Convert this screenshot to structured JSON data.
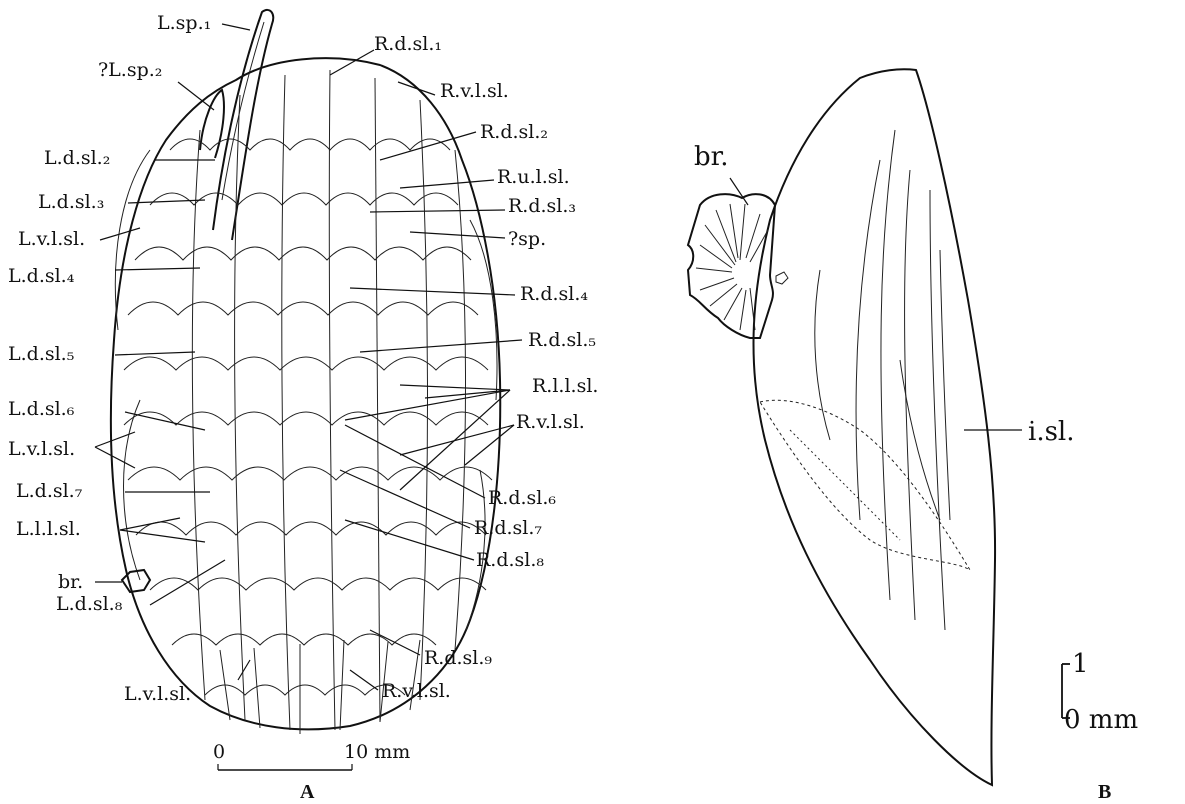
{
  "panel_a": {
    "panel_label": "A",
    "labels": {
      "l_sp_1": "L.sp.₁",
      "l_sp_2": "?L.sp.₂",
      "l_dsl_2": "L.d.sl.₂",
      "l_dsl_3": "L.d.sl.₃",
      "l_vlsl_upper": "L.v.l.sl.",
      "l_dsl_4": "L.d.sl.₄",
      "l_dsl_5": "L.d.sl.₅",
      "l_dsl_6": "L.d.sl.₆",
      "l_vlsl_mid": "L.v.l.sl.",
      "l_dsl_7": "L.d.sl.₇",
      "l_llsl": "L.l.l.sl.",
      "br": "br.",
      "l_dsl_8": "L.d.sl.₈",
      "l_vlsl_bottom": "L.v.l.sl.",
      "r_dsl_1": "R.d.sl.₁",
      "r_vlsl_top": "R.v.l.sl.",
      "r_dsl_2": "R.d.sl.₂",
      "r_ulsl": "R.u.l.sl.",
      "r_dsl_3": "R.d.sl.₃",
      "q_sp": "?sp.",
      "r_dsl_4": "R.d.sl.₄",
      "r_dsl_5": "R.d.sl.₅",
      "r_llsl": "R.l.l.sl.",
      "r_vlsl_mid": "R.v.l.sl.",
      "r_dsl_6": "R.d.sl.₆",
      "r_dsl_7": "R.d.sl.₇",
      "r_dsl_8": "R.d.sl.₈",
      "r_dsl_9": "R.d.sl.₉",
      "r_vlsl_bottom": "R.v.l.sl."
    },
    "scale_bar": {
      "start": "0",
      "end": "10 mm"
    }
  },
  "panel_b": {
    "panel_label": "B",
    "labels": {
      "br": "br.",
      "isl": "i.sl."
    },
    "scale_bar": {
      "top": "1",
      "bottom": "0 mm"
    }
  }
}
